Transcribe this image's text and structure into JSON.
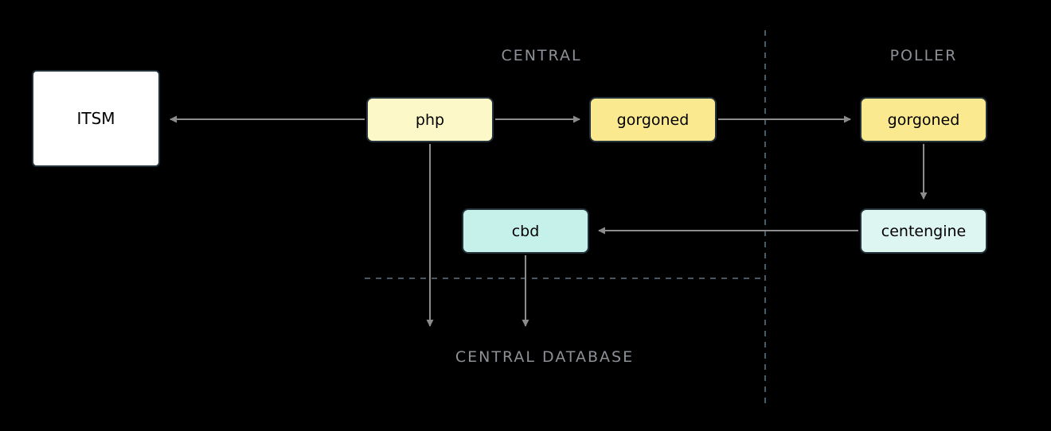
{
  "diagram": {
    "groups": {
      "central": {
        "label": "CENTRAL"
      },
      "poller": {
        "label": "POLLER"
      },
      "central_database": {
        "label": "CENTRAL DATABASE"
      }
    },
    "nodes": {
      "itsm": {
        "label": "ITSM",
        "fill": "#ffffff"
      },
      "php": {
        "label": "php",
        "fill": "#fdf8c8"
      },
      "gorgoned_central": {
        "label": "gorgoned",
        "fill": "#fae98f"
      },
      "gorgoned_poller": {
        "label": "gorgoned",
        "fill": "#fae98f"
      },
      "cbd": {
        "label": "cbd",
        "fill": "#c6f1ea"
      },
      "centengine": {
        "label": "centengine",
        "fill": "#def6f2"
      }
    },
    "edges": [
      {
        "from": "php",
        "to": "itsm"
      },
      {
        "from": "php",
        "to": "gorgoned_central"
      },
      {
        "from": "gorgoned_central",
        "to": "gorgoned_poller"
      },
      {
        "from": "gorgoned_poller",
        "to": "centengine"
      },
      {
        "from": "centengine",
        "to": "cbd"
      },
      {
        "from": "php",
        "to": "central_database"
      },
      {
        "from": "cbd",
        "to": "central_database"
      }
    ],
    "colors": {
      "background": "#000000",
      "arrow": "#8c8c8c",
      "divider": "#5d7283",
      "node_border": "#22313a",
      "group_label_text": "#8b9196",
      "node_text": "#000000"
    }
  }
}
